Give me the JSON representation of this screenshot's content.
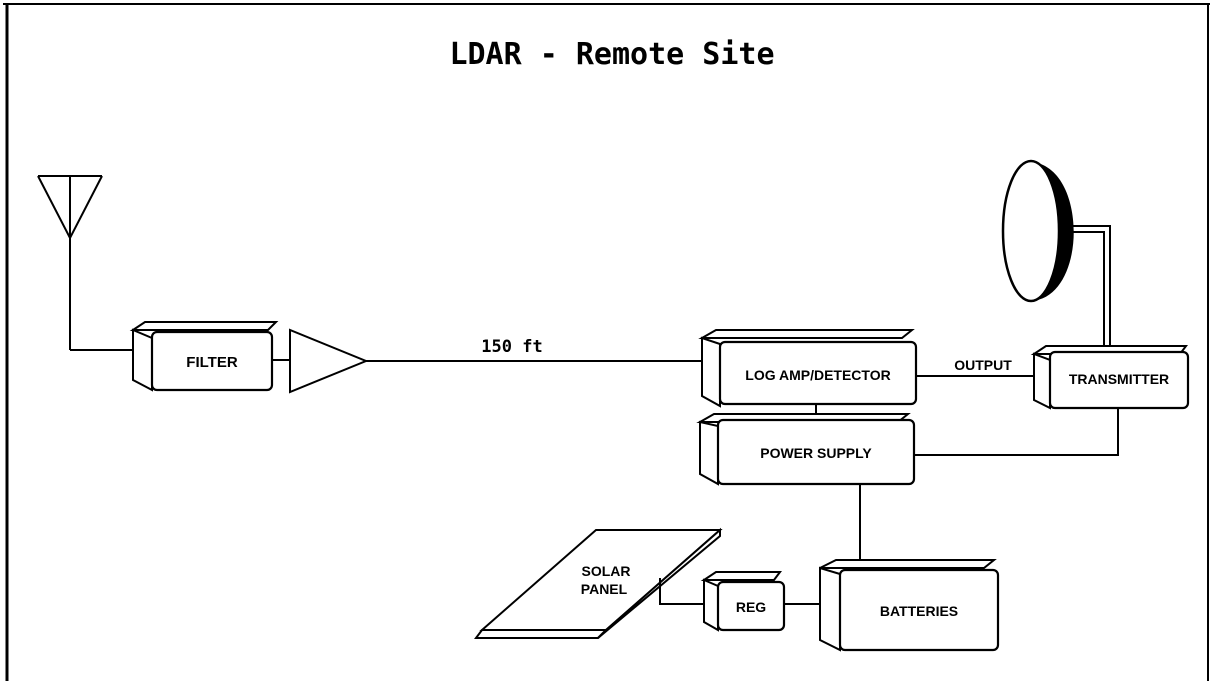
{
  "title": "LDAR - Remote Site",
  "labels": {
    "filter": "FILTER",
    "cable_length": "150 ft",
    "log_amp": "LOG AMP/DETECTOR",
    "output": "OUTPUT",
    "transmitter": "TRANSMITTER",
    "power_supply": "POWER SUPPLY",
    "solar_line1": "SOLAR",
    "solar_line2": "PANEL",
    "reg": "REG",
    "batteries": "BATTERIES"
  },
  "icons": [
    "antenna-icon",
    "amplifier-icon",
    "dish-icon",
    "solar-panel-icon"
  ]
}
